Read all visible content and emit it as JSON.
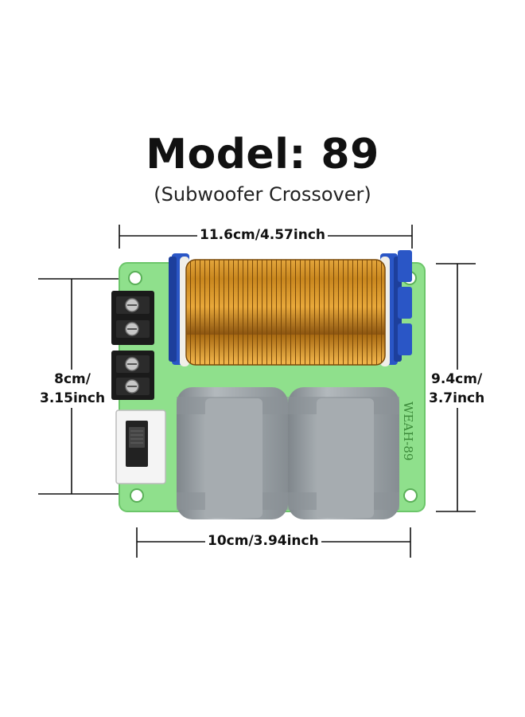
{
  "title": "Model:  89",
  "subtitle": "(Subwoofer Crossover)",
  "dimensions": {
    "top_width": "11.6cm/4.57inch",
    "bottom_width": "10cm/3.94inch",
    "left_height_line1": "8cm/",
    "left_height_line2": "3.15inch",
    "right_height_line1": "9.4cm/",
    "right_height_line2": "3.7inch"
  },
  "board": {
    "silkscreen_text": "WEAH-89",
    "colors": {
      "pcb": "#8fe08c",
      "coil_copper": "#c98a22",
      "bobbin": "#2a56c6",
      "capacitor": "#9aa1a6",
      "terminal": "#1a1a1a",
      "switch_body": "#f4f4f4"
    }
  }
}
